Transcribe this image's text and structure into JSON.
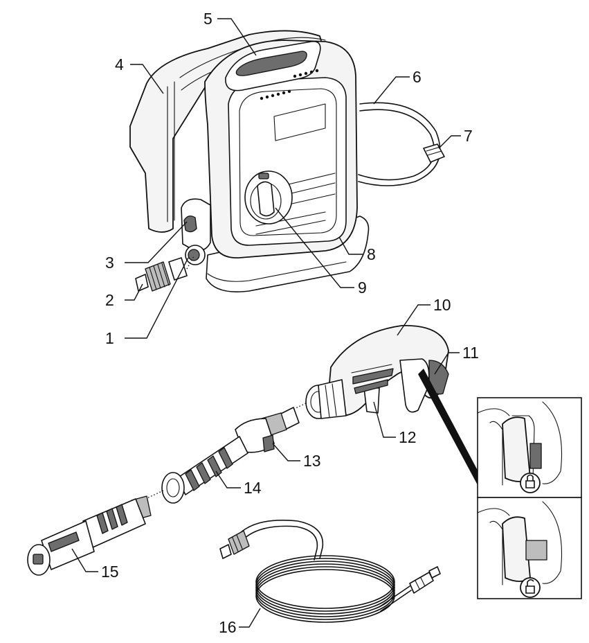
{
  "callouts": [
    {
      "id": "1",
      "label": "1"
    },
    {
      "id": "2",
      "label": "2"
    },
    {
      "id": "3",
      "label": "3"
    },
    {
      "id": "4",
      "label": "4"
    },
    {
      "id": "5",
      "label": "5"
    },
    {
      "id": "6",
      "label": "6"
    },
    {
      "id": "7",
      "label": "7"
    },
    {
      "id": "8",
      "label": "8"
    },
    {
      "id": "9",
      "label": "9"
    },
    {
      "id": "10",
      "label": "10"
    },
    {
      "id": "11",
      "label": "11"
    },
    {
      "id": "12",
      "label": "12"
    },
    {
      "id": "13",
      "label": "13"
    },
    {
      "id": "14",
      "label": "14"
    },
    {
      "id": "15",
      "label": "15"
    },
    {
      "id": "16",
      "label": "16"
    }
  ],
  "insets": {
    "top": {
      "state": "locked",
      "icon": "padlock-closed-icon"
    },
    "bottom": {
      "state": "unlocked",
      "icon": "padlock-open-icon"
    }
  }
}
